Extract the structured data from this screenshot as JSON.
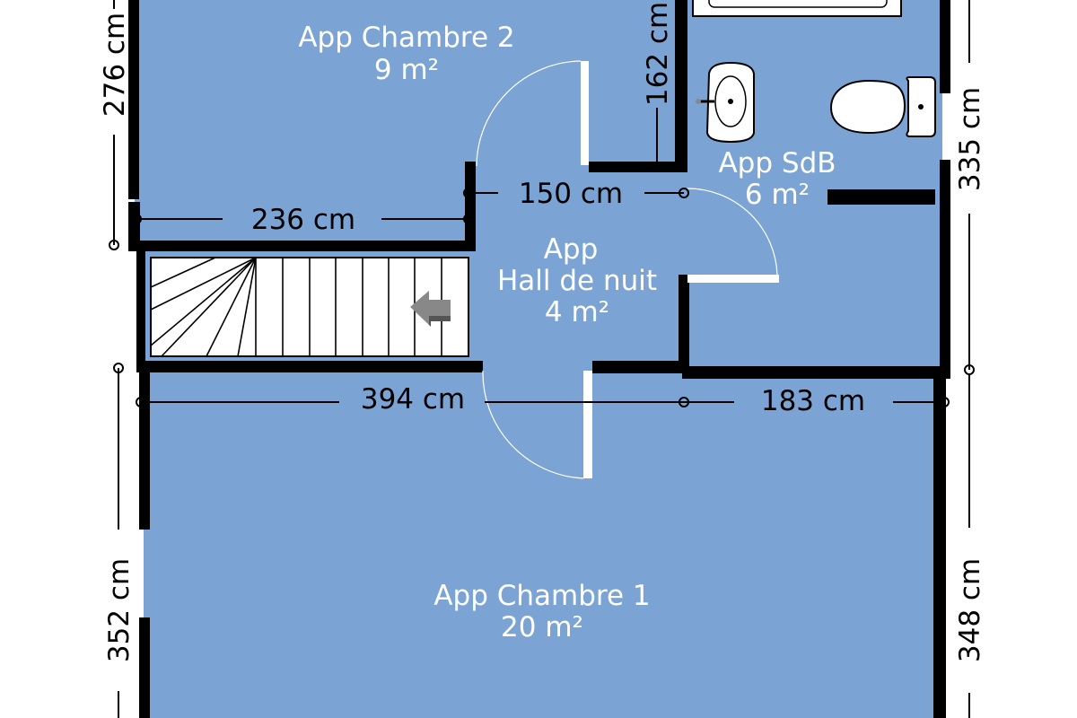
{
  "colors": {
    "floor": "#7ba4d4",
    "wall": "#000000",
    "door": "#ffffff",
    "background": "#ffffff",
    "fixture": "#ffffff",
    "arrow": "#888888"
  },
  "rooms": {
    "chambre2": {
      "name": "App Chambre 2",
      "area": "9 m²"
    },
    "sdb": {
      "name": "App SdB",
      "area": "6 m²"
    },
    "hall": {
      "line1": "App",
      "line2": "Hall de nuit",
      "area": "4 m²"
    },
    "chambre1": {
      "name": "App Chambre 1",
      "area": "20 m²"
    }
  },
  "dimensions": {
    "chambre2_height": "276 cm",
    "wc_depth": "162 cm",
    "hall_width": "150 cm",
    "chambre2_width": "236 cm",
    "sdb_height": "335 cm",
    "stair_width": "394 cm",
    "sdb_width": "183 cm",
    "chambre1_left_height": "352 cm",
    "chambre1_right_height": "348 cm"
  },
  "icons": {
    "bathtub": "bathtub-icon",
    "sink": "sink-icon",
    "toilet": "toilet-icon",
    "staircase": "staircase-icon",
    "arrow": "arrow-left-icon"
  }
}
